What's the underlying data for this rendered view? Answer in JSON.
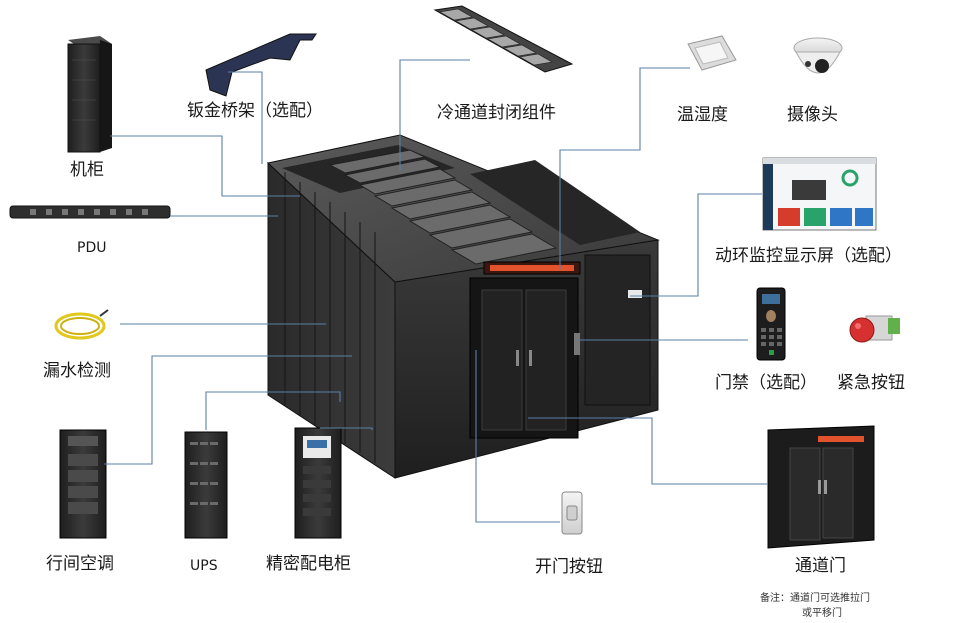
{
  "components": {
    "cabinet": "机柜",
    "pdu": "PDU",
    "cable_tray": "钣金桥架（选配）",
    "cold_aisle_kit": "冷通道封闭组件",
    "temp_humidity": "温湿度",
    "camera": "摄像头",
    "monitor_screen": "动环监控显示屏（选配）",
    "access_control": "门禁（选配）",
    "emergency_button": "紧急按钮",
    "leak_detection": "漏水检测",
    "inrow_ac": "行间空调",
    "ups": "UPS",
    "precision_pdc": "精密配电柜",
    "door_button": "开门按钮",
    "aisle_door": "通道门"
  },
  "note": {
    "line1": "备注：通道门可选推拉门",
    "line2": "或平移门"
  },
  "colors": {
    "leader_line": "#5b7fa8",
    "equipment_dark": "#2b2b2b",
    "led_strip": "#e2522c"
  }
}
